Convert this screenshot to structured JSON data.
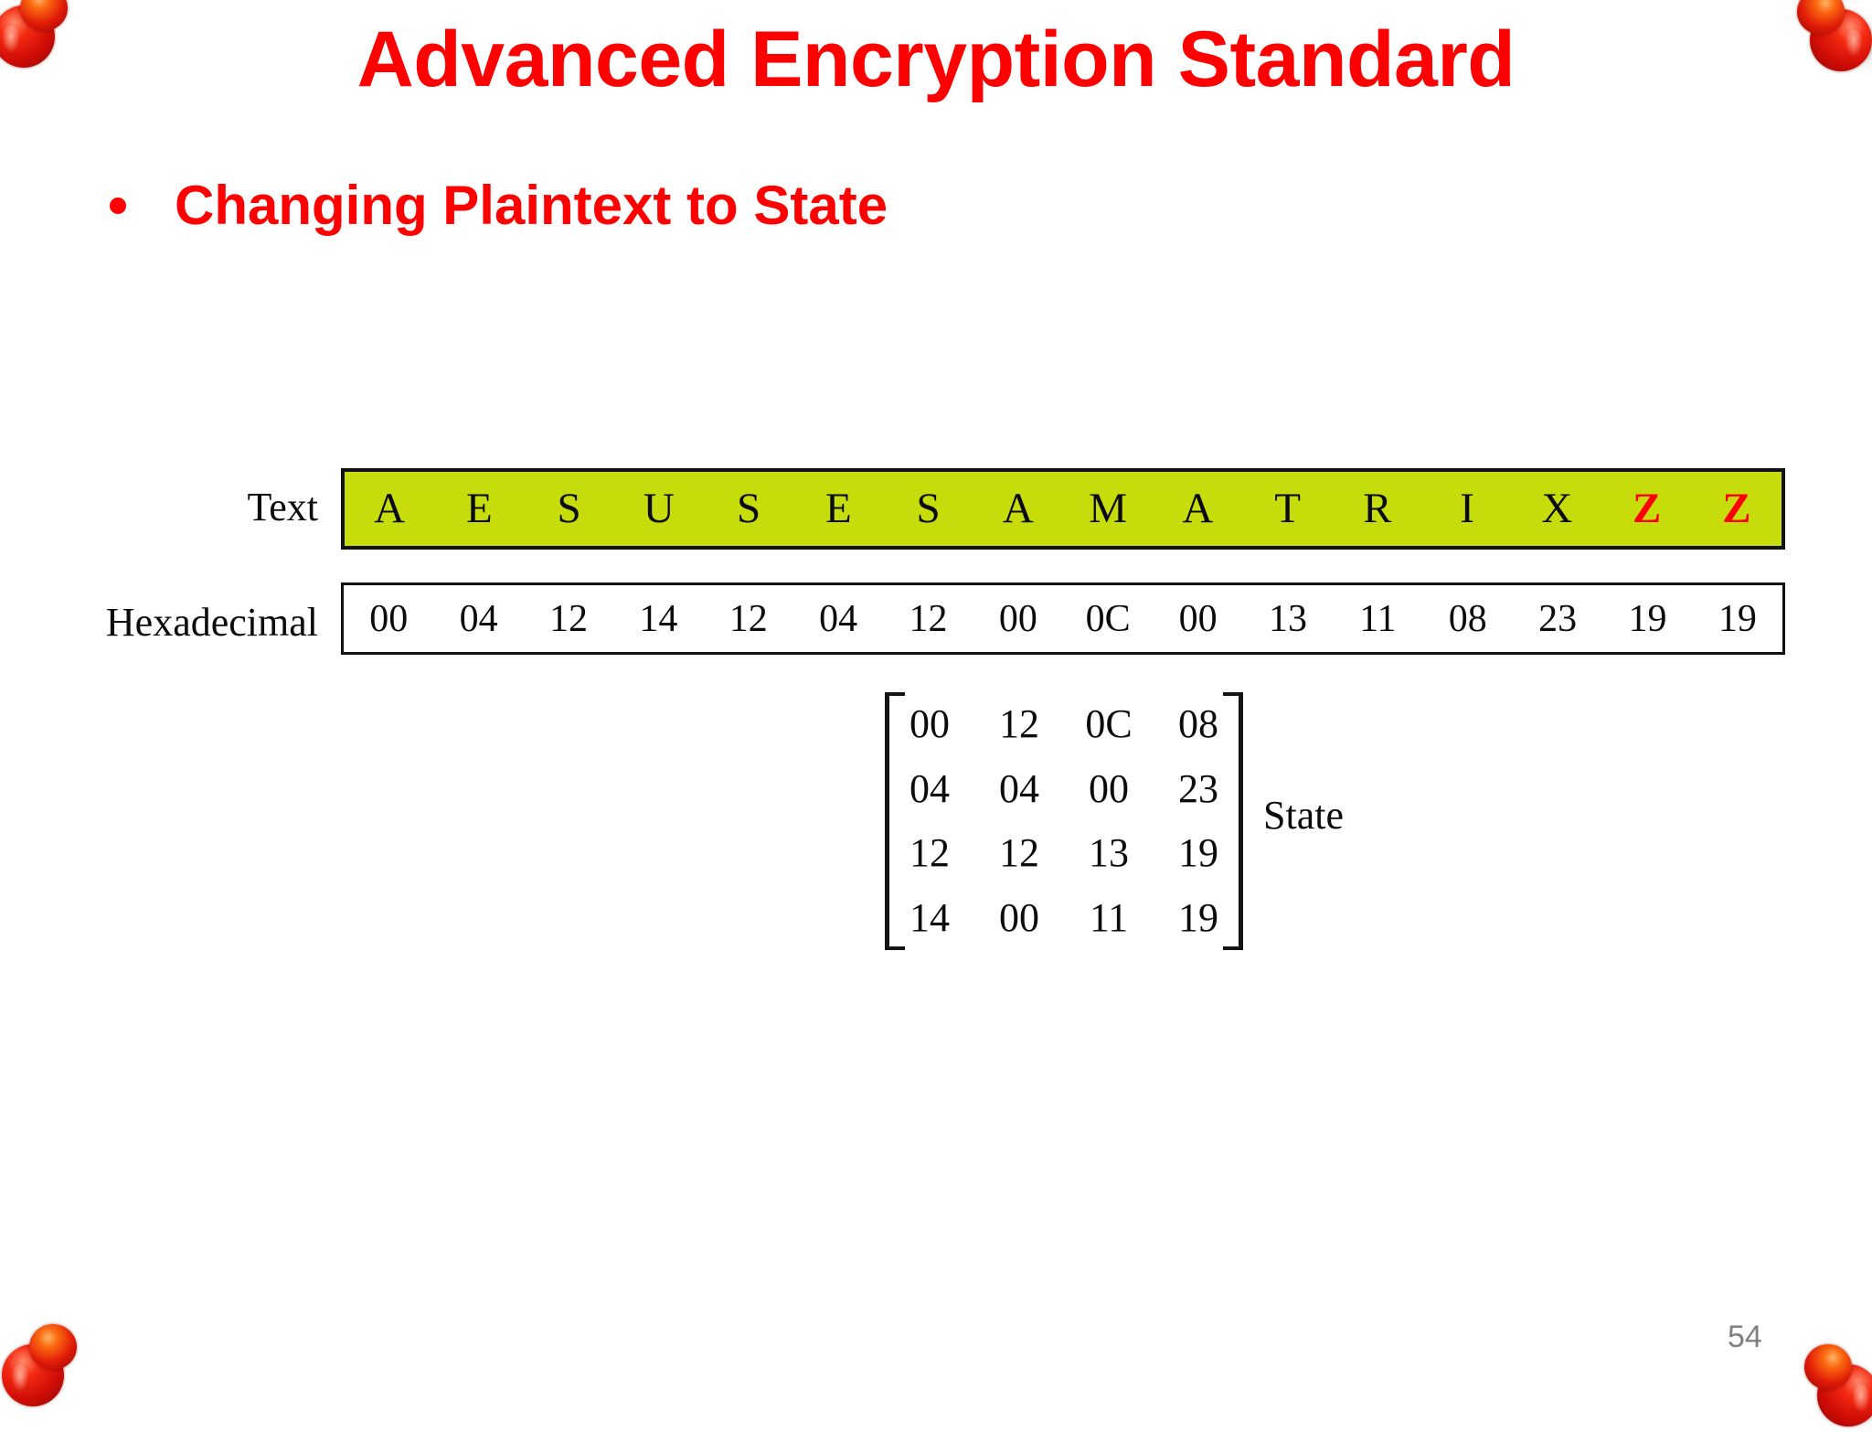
{
  "slide": {
    "title": "Advanced Encryption Standard",
    "bullet": "Changing Plaintext to State",
    "page_number": "54",
    "colors": {
      "title_red": "#FF0000",
      "highlight_green": "#C6DD0B",
      "page_number_gray": "#808080",
      "background": "#FFFFFF"
    }
  },
  "figure": {
    "text_row_label": "Text",
    "hex_row_label": "Hexadecimal",
    "state_caption": "State",
    "text_cells": [
      {
        "char": "A",
        "highlight": false
      },
      {
        "char": "E",
        "highlight": false
      },
      {
        "char": "S",
        "highlight": false
      },
      {
        "char": "U",
        "highlight": false
      },
      {
        "char": "S",
        "highlight": false
      },
      {
        "char": "E",
        "highlight": false
      },
      {
        "char": "S",
        "highlight": false
      },
      {
        "char": "A",
        "highlight": false
      },
      {
        "char": "M",
        "highlight": false
      },
      {
        "char": "A",
        "highlight": false
      },
      {
        "char": "T",
        "highlight": false
      },
      {
        "char": "R",
        "highlight": false
      },
      {
        "char": "I",
        "highlight": false
      },
      {
        "char": "X",
        "highlight": false
      },
      {
        "char": "Z",
        "highlight": true
      },
      {
        "char": "Z",
        "highlight": true
      }
    ],
    "hex_cells": [
      "00",
      "04",
      "12",
      "14",
      "12",
      "04",
      "12",
      "00",
      "0C",
      "00",
      "13",
      "11",
      "08",
      "23",
      "19",
      "19"
    ],
    "state_matrix": [
      [
        "00",
        "12",
        "0C",
        "08"
      ],
      [
        "04",
        "04",
        "00",
        "23"
      ],
      [
        "12",
        "12",
        "13",
        "19"
      ],
      [
        "14",
        "00",
        "11",
        "19"
      ]
    ]
  },
  "decorations": {
    "corner_beads": [
      "bead-top-left",
      "bead-top-right",
      "bead-bottom-left",
      "bead-bottom-right"
    ]
  }
}
